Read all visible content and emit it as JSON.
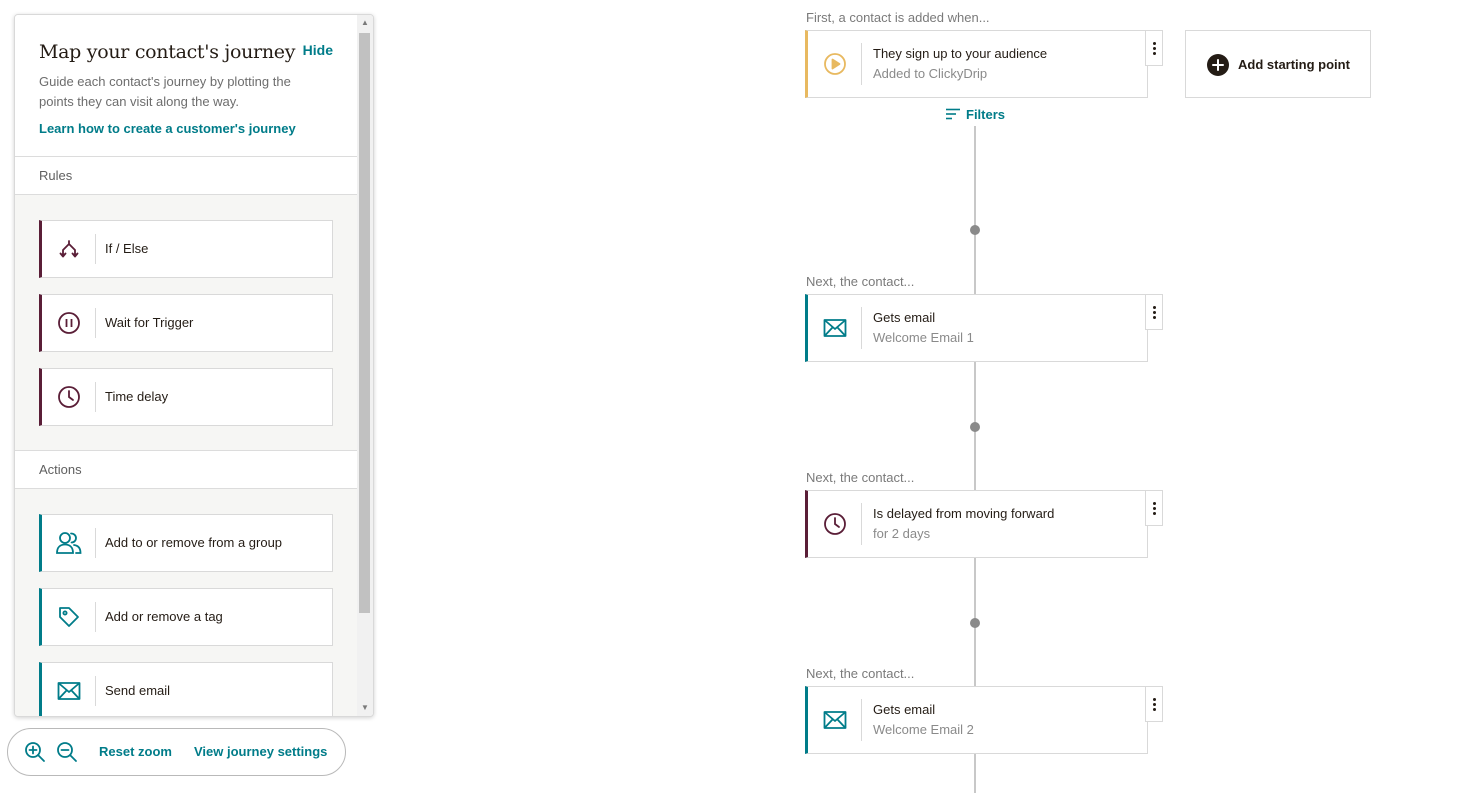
{
  "panel": {
    "title": "Map your contact's journey",
    "hide_label": "Hide",
    "description": "Guide each contact's journey by plotting the points they can visit along the way.",
    "learn_link": "Learn how to create a customer's journey",
    "rules_label": "Rules",
    "rules": [
      {
        "label": "If / Else",
        "icon": "branch-icon"
      },
      {
        "label": "Wait for Trigger",
        "icon": "pause-icon"
      },
      {
        "label": "Time delay",
        "icon": "clock-icon"
      }
    ],
    "actions_label": "Actions",
    "actions": [
      {
        "label": "Add to or remove from a group",
        "icon": "group-icon"
      },
      {
        "label": "Add or remove a tag",
        "icon": "tag-icon"
      },
      {
        "label": "Send email",
        "icon": "envelope-icon"
      }
    ]
  },
  "zoom": {
    "reset_label": "Reset zoom",
    "settings_label": "View journey settings"
  },
  "journey": {
    "start_caption": "First, a contact is added when...",
    "next_caption": "Next, the contact...",
    "filters_label": "Filters",
    "add_starting_point": "Add starting point",
    "steps": [
      {
        "title": "They sign up to your audience",
        "subtitle": "Added to ClickyDrip",
        "icon": "play-icon",
        "caption": "First, a contact is added when..."
      },
      {
        "title": "Gets email",
        "subtitle": "Welcome Email 1",
        "icon": "envelope-icon",
        "caption": "Next, the contact..."
      },
      {
        "title": "Is delayed from moving forward",
        "subtitle": "for 2 days",
        "icon": "clock-icon",
        "caption": "Next, the contact..."
      },
      {
        "title": "Gets email",
        "subtitle": "Welcome Email 2",
        "icon": "envelope-icon",
        "caption": "Next, the contact..."
      }
    ]
  },
  "colors": {
    "teal": "#007c89",
    "plum": "#5a1e37",
    "trigger_gold": "#e8b960",
    "ink": "#241c15"
  }
}
